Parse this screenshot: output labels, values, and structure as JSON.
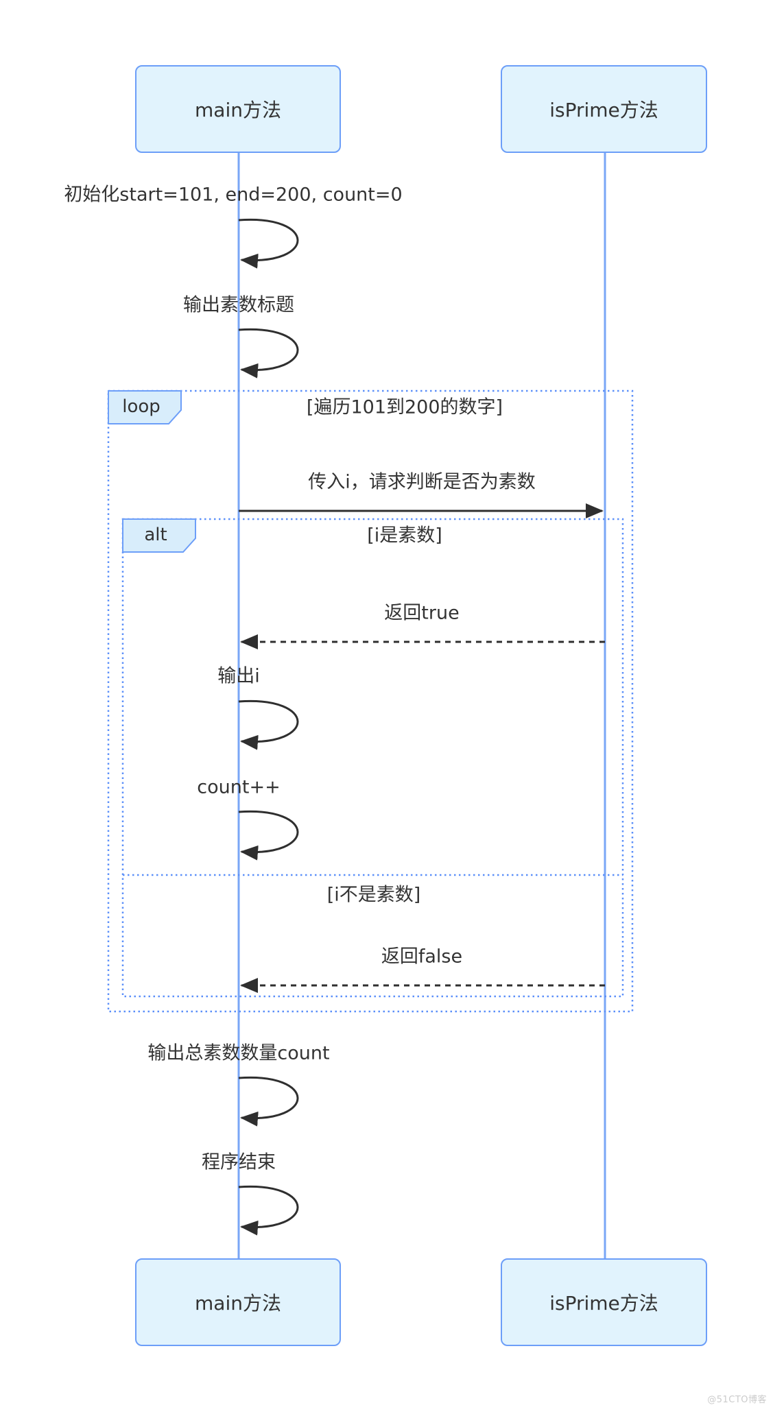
{
  "sequence": {
    "actors": [
      {
        "id": "main",
        "label": "main方法"
      },
      {
        "id": "isPrime",
        "label": "isPrime方法"
      }
    ],
    "self_messages": {
      "init": "初始化start=101, end=200, count=0",
      "print_title": "输出素数标题",
      "print_i": "输出i",
      "count_inc": "count++",
      "print_count": "输出总素数数量count",
      "program_end": "程序结束"
    },
    "messages": {
      "call_isprime": "传入i，请求判断是否为素数",
      "return_true": "返回true",
      "return_false": "返回false"
    },
    "frames": {
      "loop_label": "loop",
      "loop_condition": "[遍历101到200的数字]",
      "alt_label": "alt",
      "alt_condition_true": "[i是素数]",
      "alt_condition_false": "[i不是素数]"
    },
    "colors": {
      "actor_fill": "#e1f3fd",
      "actor_border": "#6c9ef8",
      "lifeline": "#79a6f6",
      "frame_border": "#5b8ff9",
      "tag_fill": "#d8edfb",
      "text": "#333333",
      "arrow": "#2f2f2f",
      "watermark": "#cbcbcb"
    },
    "watermark": "@51CTO博客"
  }
}
